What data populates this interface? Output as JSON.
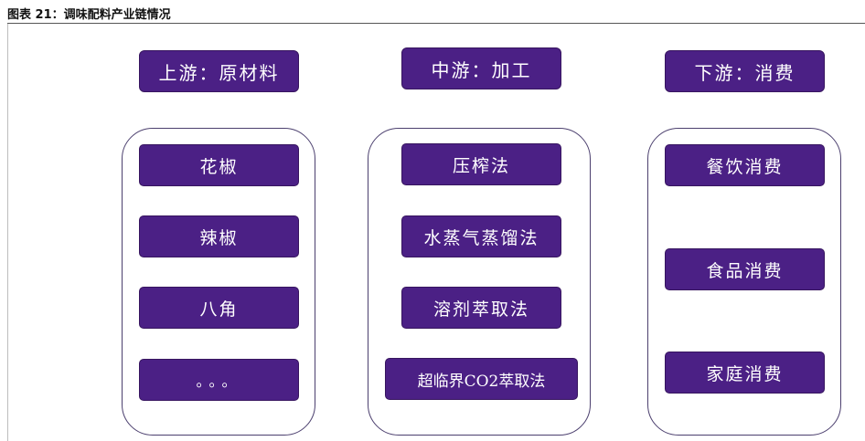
{
  "figure": {
    "title": "图表 21：调味配料产业链情况"
  },
  "columns": [
    {
      "header": "上游：原材料",
      "items": [
        "花椒",
        "辣椒",
        "八角",
        "。。。"
      ]
    },
    {
      "header": "中游：加工",
      "items": [
        "压榨法",
        "水蒸气蒸馏法",
        "溶剂萃取法",
        "超临界CO2萃取法"
      ]
    },
    {
      "header": "下游：消费",
      "items": [
        "餐饮消费",
        "食品消费",
        "家庭消费"
      ]
    }
  ],
  "colors": {
    "box_fill": "#4b2085",
    "frame_stroke": "#4b3f6e",
    "box_text": "#ffffff"
  }
}
